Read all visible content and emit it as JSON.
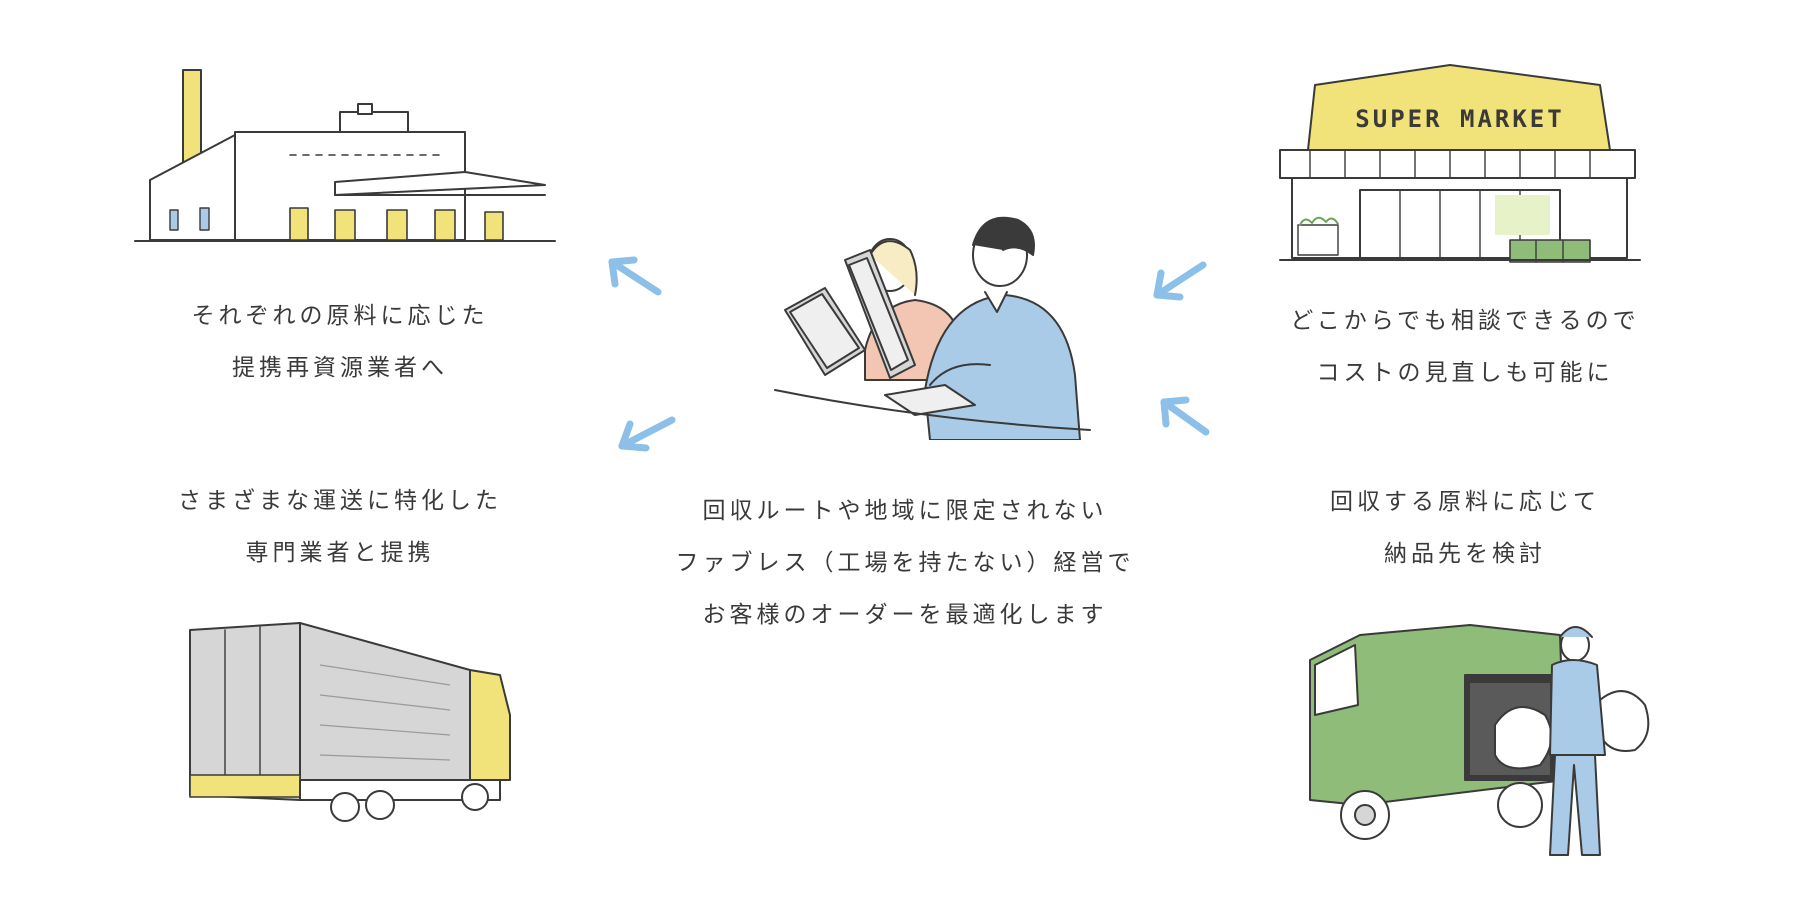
{
  "captions": {
    "recycler": {
      "line1": "それぞれの原料に応じた",
      "line2": "提携再資源業者へ"
    },
    "transport": {
      "line1": "さまざまな運送に特化した",
      "line2": "専門業者と提携"
    },
    "center": {
      "line1": "回収ルートや地域に限定されない",
      "line2": "ファブレス（工場を持たない）経営で",
      "line3": "お客様のオーダーを最適化します"
    },
    "consult": {
      "line1": "どこからでも相談できるので",
      "line2": "コストの見直しも可能に"
    },
    "delivery": {
      "line1": "回収する原料に応じて",
      "line2": "納品先を検討"
    }
  },
  "illustrations": {
    "supermarket_sign": "SUPER MARKET"
  },
  "colors": {
    "text": "#3a3a3a",
    "line": "#3a3a3a",
    "arrow": "#8cc0e8",
    "accent_yellow": "#f2e27a",
    "truck_green": "#8fbc78",
    "shirt_blue": "#a9cbe8",
    "blouse_pink": "#f2c6b2",
    "gray": "#d6d6d6"
  }
}
